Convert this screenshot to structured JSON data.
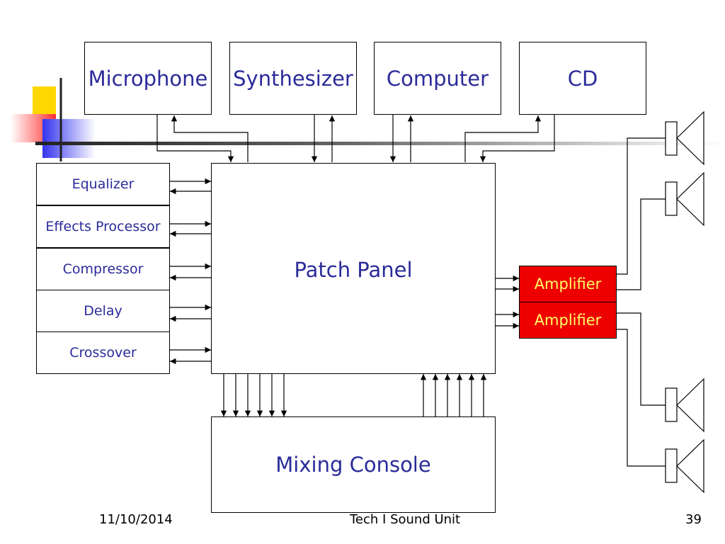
{
  "sources": [
    "Microphone",
    "Synthesizer",
    "Computer",
    "CD"
  ],
  "processors": [
    "Equalizer",
    "Effects Processor",
    "Compressor",
    "Delay",
    "Crossover"
  ],
  "patch_panel": "Patch Panel",
  "mixing_console": "Mixing Console",
  "amplifiers": [
    "Amplifier",
    "Amplifier"
  ],
  "footer": {
    "date": "11/10/2014",
    "title": "Tech I Sound Unit",
    "page": "39"
  },
  "colors": {
    "text": "#2b2b9a",
    "amplifier_fill": "#ee0000",
    "amplifier_text": "#ffff66",
    "deco_yellow": "#ffd700",
    "deco_red": "#ff3030",
    "deco_blue": "#3333ee"
  }
}
